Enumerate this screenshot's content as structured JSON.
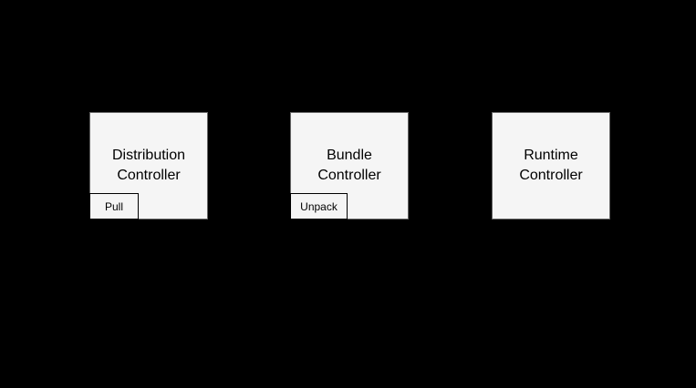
{
  "diagram": {
    "background": "#000000",
    "colors": {
      "node_fill": "#F5F5F5",
      "node_border": "#666666",
      "sub_node_border": "#000000",
      "label_text": "#000000"
    },
    "nodes": [
      {
        "id": "distribution-controller",
        "label": "Distribution Controller",
        "sub_label": "Pull"
      },
      {
        "id": "bundle-controller",
        "label": "Bundle Controller",
        "sub_label": "Unpack"
      },
      {
        "id": "runtime-controller",
        "label": "Runtime Controller"
      }
    ]
  }
}
